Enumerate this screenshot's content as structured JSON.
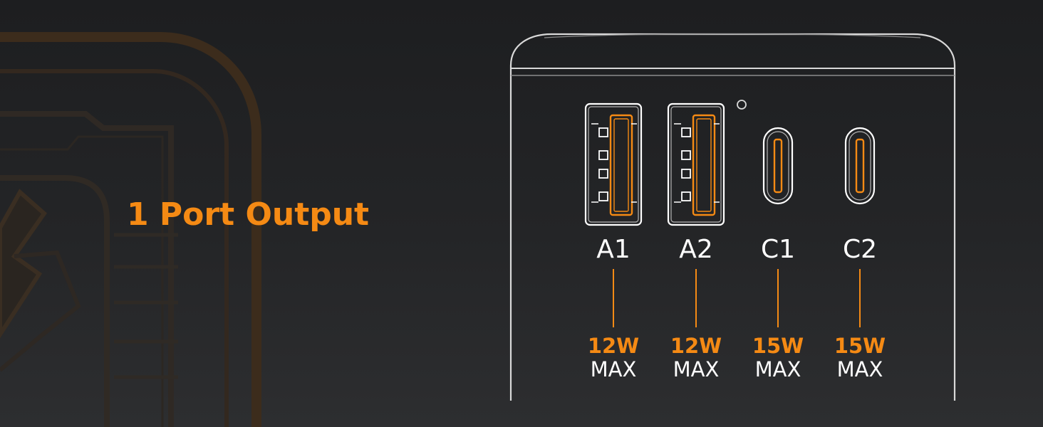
{
  "headline": "1 Port Output",
  "colors": {
    "accent": "#f58a14",
    "text": "#ffffff",
    "background": "#232426",
    "watermark": "#3d2e1e"
  },
  "icons": {
    "background": "charger-bolt-icon",
    "usb_a": "usb-a-port-icon",
    "usb_c": "usb-c-port-icon"
  },
  "ports": [
    {
      "label": "A1",
      "watt": "12W",
      "max": "MAX"
    },
    {
      "label": "A2",
      "watt": "12W",
      "max": "MAX"
    },
    {
      "label": "C1",
      "watt": "15W",
      "max": "MAX"
    },
    {
      "label": "C2",
      "watt": "15W",
      "max": "MAX"
    }
  ]
}
